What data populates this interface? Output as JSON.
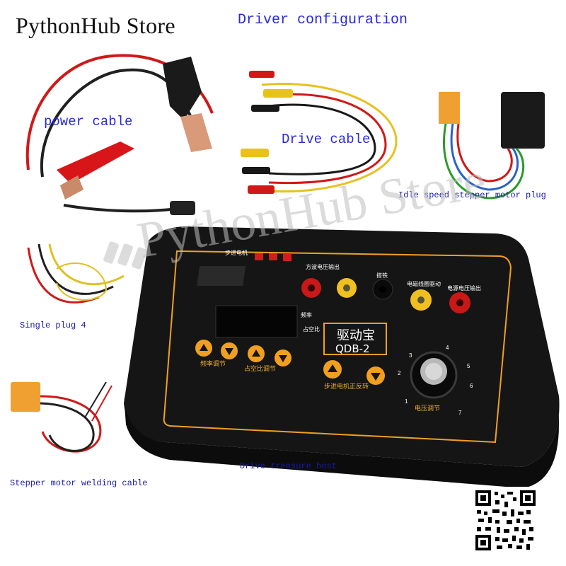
{
  "header": {
    "store_name": "PythonHub Store",
    "section_title": "Driver configuration"
  },
  "labels": {
    "power_cable": "power cable",
    "drive_cable": "Drive cable",
    "idle_plug": "Idle speed stepper motor plug",
    "single_plug": "Single plug 4",
    "welding_cable": "Stepper motor welding cable",
    "host": "Drive treasure host"
  },
  "watermark": "PythonHub Store",
  "device": {
    "brand": "驱动宝",
    "model": "QDB-2",
    "freq_adjust": "频率调节",
    "duty_adjust": "占空比调节",
    "motor_dir": "步进电机正反转",
    "voltage_adjust": "电压调节",
    "stepper_motor": "步进电机",
    "freq_side": "频率",
    "duty_side": "占空比",
    "pwm_out": "方波电压输出",
    "ground": "搭铁",
    "solenoid_drive": "电磁线圈驱动",
    "supply_out": "电源电压输出",
    "dial_numbers": [
      "1",
      "2",
      "3",
      "4",
      "5",
      "6",
      "7"
    ]
  },
  "colors": {
    "title_blue": "#2a2ad6",
    "panel_orange": "#f0a020",
    "device_body": "#151515"
  }
}
